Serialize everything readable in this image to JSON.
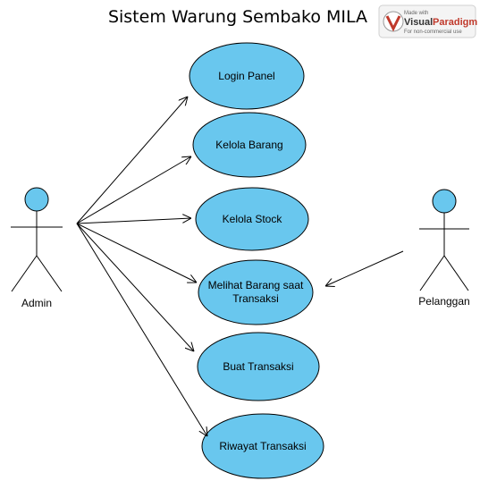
{
  "title": "Sistem Warung Sembako MILA",
  "watermark": {
    "top": "Made with",
    "brand_left": "Visual",
    "brand_right": "Paradigm",
    "bottom": "For non-commercial use"
  },
  "actors": {
    "admin": "Admin",
    "pelanggan": "Pelanggan"
  },
  "use_cases": {
    "login": "Login Panel",
    "kelola_barang": "Kelola Barang",
    "kelola_stock": "Kelola Stock",
    "melihat_line1": "Melihat Barang saat",
    "melihat_line2": "Transaksi",
    "buat": "Buat Transaksi",
    "riwayat": "Riwayat Transaksi"
  },
  "colors": {
    "fill": "#69c7ee",
    "stroke": "#000000"
  }
}
